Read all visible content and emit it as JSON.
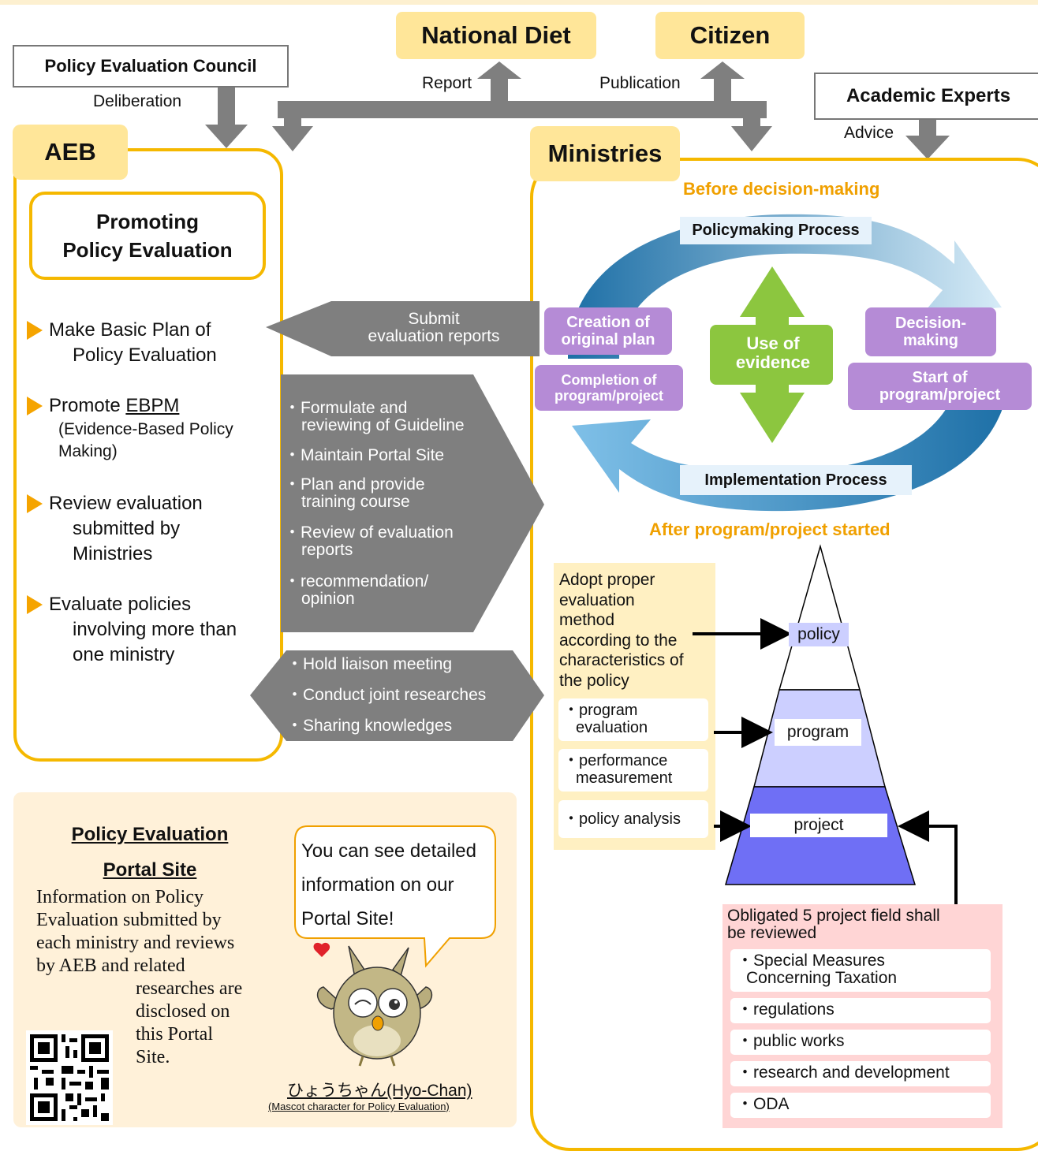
{
  "top_nodes": {
    "national_diet": "National Diet",
    "citizen": "Citizen",
    "council": "Policy Evaluation Council",
    "academic": "Academic Experts"
  },
  "flow_labels": {
    "report": "Report",
    "publication": "Publication",
    "deliberation": "Deliberation",
    "advice": "Advice"
  },
  "aeb": {
    "title": "AEB",
    "promoting": [
      "Promoting",
      "Policy Evaluation"
    ],
    "items": [
      {
        "line1": "Make Basic Plan of",
        "line2": "Policy Evaluation"
      },
      {
        "line1": "Promote",
        "link": "EBPM",
        "line2": "(Evidence-Based Policy",
        "line3": "Making)"
      },
      {
        "line1": "Review evaluation",
        "line2": "submitted by",
        "line3": "Ministries"
      },
      {
        "line1": "Evaluate policies",
        "line2": "involving more than",
        "line3": "one ministry"
      }
    ]
  },
  "submit_arrow": [
    "Submit",
    "evaluation reports"
  ],
  "aeb_actions": [
    [
      "・Formulate and",
      "reviewing of Guideline"
    ],
    [
      "・Maintain Portal Site"
    ],
    [
      "・Plan and provide",
      "training course"
    ],
    [
      "・Review of evaluation",
      "reports"
    ],
    [
      "・recommendation/",
      "opinion"
    ]
  ],
  "liaison_actions": [
    "・Hold liaison meeting",
    "・Conduct joint researches",
    "・Sharing knowledges"
  ],
  "ministries": {
    "title": "Ministries",
    "before": "Before decision-making",
    "after": "After program/project started",
    "policymaking": "Policymaking Process",
    "implementation": "Implementation  Process",
    "use_evidence": [
      "Use of",
      "evidence"
    ],
    "creation": [
      "Creation of",
      "original plan"
    ],
    "completion": [
      "Completion of",
      "program/project"
    ],
    "decision": [
      "Decision-",
      "making"
    ],
    "start": [
      "Start of",
      "program/project"
    ]
  },
  "methods": {
    "intro": [
      "Adopt proper",
      "evaluation",
      "method",
      "according to the",
      "characteristics of",
      "the policy"
    ],
    "items": [
      [
        "・program",
        "evaluation"
      ],
      [
        "・performance",
        "measurement"
      ],
      [
        "・policy analysis"
      ]
    ]
  },
  "pyramid": {
    "policy": "policy",
    "program": "program",
    "project": "project"
  },
  "obligated": {
    "title": [
      "Obligated 5 project field shall",
      "be reviewed"
    ],
    "items": [
      [
        "・Special Measures",
        "Concerning Taxation"
      ],
      [
        "・regulations"
      ],
      [
        "・public works"
      ],
      [
        "・research and development"
      ],
      [
        "・ODA"
      ]
    ]
  },
  "portal": {
    "title1": "Policy Evaluation",
    "title2": "Portal Site",
    "body": [
      "Information on Policy",
      "Evaluation submitted by",
      "each ministry and reviews",
      "by AEB and related"
    ],
    "body_indented": [
      "researches are",
      "disclosed on",
      "this Portal",
      "Site."
    ],
    "speech": [
      "You can see  detailed",
      "information on our",
      "Portal Site!"
    ],
    "mascot_jp": "ひょうちゃん",
    "mascot_en": "(Hyo-Chan)",
    "mascot_caption": "(Mascot character for Policy Evaluation)"
  },
  "colors": {
    "accent_yellow": "#f5b800",
    "tag_yellow": "#ffe699",
    "gray": "#7f7f7f",
    "purple": "#b58bd6",
    "green": "#8cc63f",
    "pink": "#ffd5d5"
  }
}
